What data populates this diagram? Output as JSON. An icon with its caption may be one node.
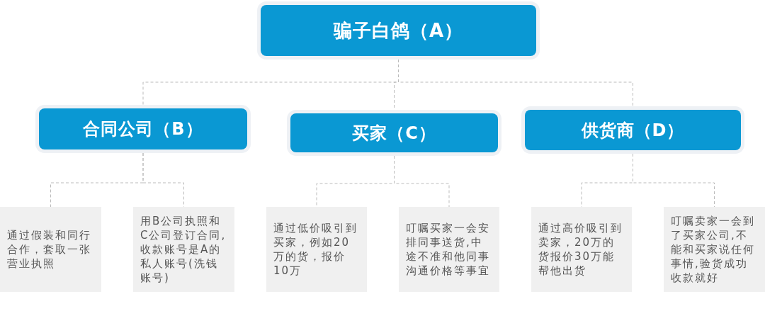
{
  "diagram": {
    "nodes": [
      {
        "text": [
          "骗子白鸽（A）"
        ]
      },
      {
        "text": [
          "合同公司（B）"
        ]
      },
      {
        "text": [
          "买家（C）"
        ]
      },
      {
        "text": [
          "供货商（D）"
        ]
      },
      {
        "text": [
          "通过假装和同行合作，套取一张营业执照"
        ]
      },
      {
        "text": [
          "用B公司执照和C公司登订合同,收款账号是A的私人账号(洗钱账号)"
        ]
      },
      {
        "text": [
          "通过低价吸引到买家，例如20万的货，报价10万"
        ]
      },
      {
        "text": [
          "叮嘱买家一会安排同事送货,中途不准和他同事沟通价格等事宜"
        ]
      },
      {
        "text": [
          "通过高价吸引到卖家，20万的货报价30万能帮他出货"
        ]
      },
      {
        "text": [
          "叮嘱卖家一会到了买家公司,不能和买家说任何事情,验货成功收款就好"
        ]
      }
    ],
    "edges": [
      {
        "from": 0,
        "to": 1,
        "arrow": "none"
      },
      {
        "from": 0,
        "to": 2,
        "arrow": "none"
      },
      {
        "from": 0,
        "to": 3,
        "arrow": "none"
      },
      {
        "from": 1,
        "to": 4,
        "arrow": "none"
      },
      {
        "from": 1,
        "to": 5,
        "arrow": "none"
      },
      {
        "from": 2,
        "to": 6,
        "arrow": "none"
      },
      {
        "from": 2,
        "to": 7,
        "arrow": "none"
      },
      {
        "from": 3,
        "to": 8,
        "arrow": "none"
      },
      {
        "from": 3,
        "to": 9,
        "arrow": "none"
      }
    ]
  }
}
